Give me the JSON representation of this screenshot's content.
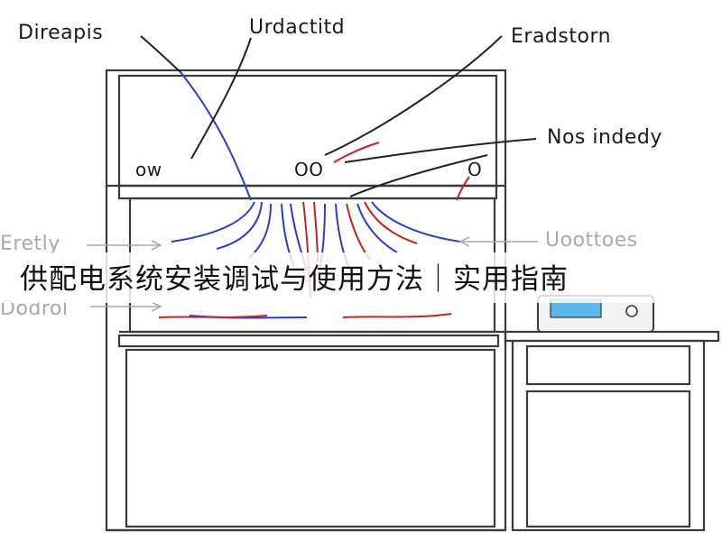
{
  "labels": {
    "top_left": "Direapis",
    "top_center": "Urdactitd",
    "top_right": "Eradstorn",
    "mid_right": "Nos indedy",
    "hood_left": "ow",
    "hood_center": "OO",
    "hood_right": "O",
    "side_left_upper": "Eretly",
    "side_left_lower": "Dodrol",
    "side_right": "Uoottoes"
  },
  "banner": {
    "title": "供配电系统安装调试与使用方法｜实用指南"
  },
  "colors": {
    "line": "#3a3a3a",
    "flow_blue": "#2b3bd6",
    "flow_red": "#c8231e",
    "screen": "#5fb6ea"
  }
}
